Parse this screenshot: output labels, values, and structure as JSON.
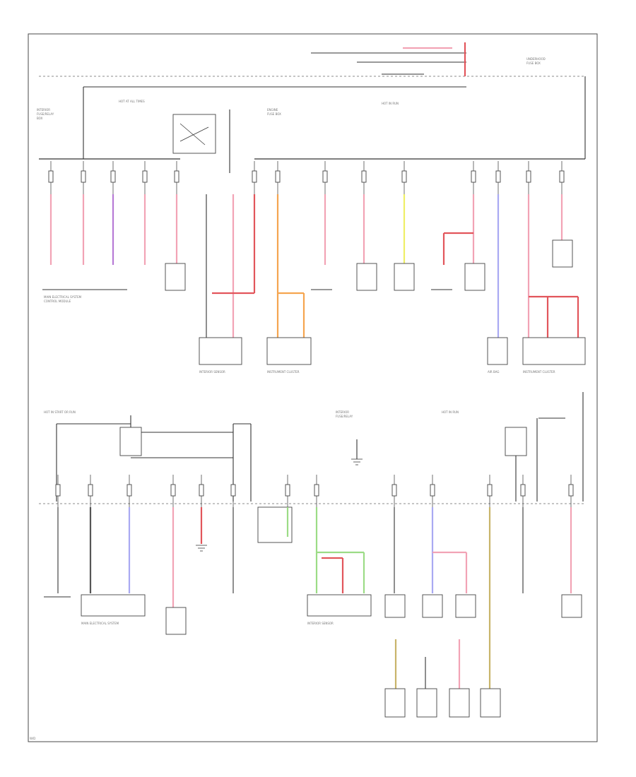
{
  "colors": {
    "pink": "#f2a3b5",
    "red": "#e2555b",
    "violet": "#b77bd6",
    "orange": "#f5a54f",
    "yellow": "#eeee66",
    "blue": "#a9a9f2",
    "green": "#9cdc86",
    "tan": "#c8b46a",
    "wire": "#333333"
  },
  "icons": [
    "fuse-symbol",
    "ground-symbol",
    "connector-box",
    "relay-switch"
  ]
}
